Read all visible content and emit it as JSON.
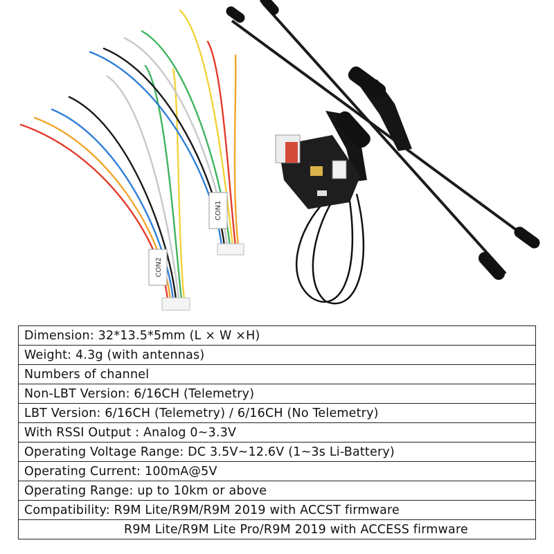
{
  "photo": {
    "connector_labels": [
      "CON1",
      "CON2"
    ],
    "wire_colors": [
      "#e23b2a",
      "#f1a52a",
      "#2f7fd8",
      "#1a1a1a",
      "#c8c8c8",
      "#3fb35f",
      "#f2d23a"
    ]
  },
  "specs": [
    "Dimension: 32*13.5*5mm (L × W ×H)",
    "Weight: 4.3g (with antennas)",
    "Numbers of channel",
    "Non-LBT Version: 6/16CH (Telemetry)",
    "LBT Version: 6/16CH (Telemetry) / 6/16CH (No Telemetry)",
    "With RSSI Output : Analog 0~3.3V",
    "Operating Voltage Range: DC 3.5V~12.6V (1~3s Li-Battery)",
    "Operating Current: 100mA@5V",
    "Operating Range: up to 10km or above",
    "Compatibility: R9M Lite/R9M/R9M 2019 with ACCST firmware",
    "R9M Lite/R9M Lite Pro/R9M 2019 with ACCESS firmware"
  ]
}
